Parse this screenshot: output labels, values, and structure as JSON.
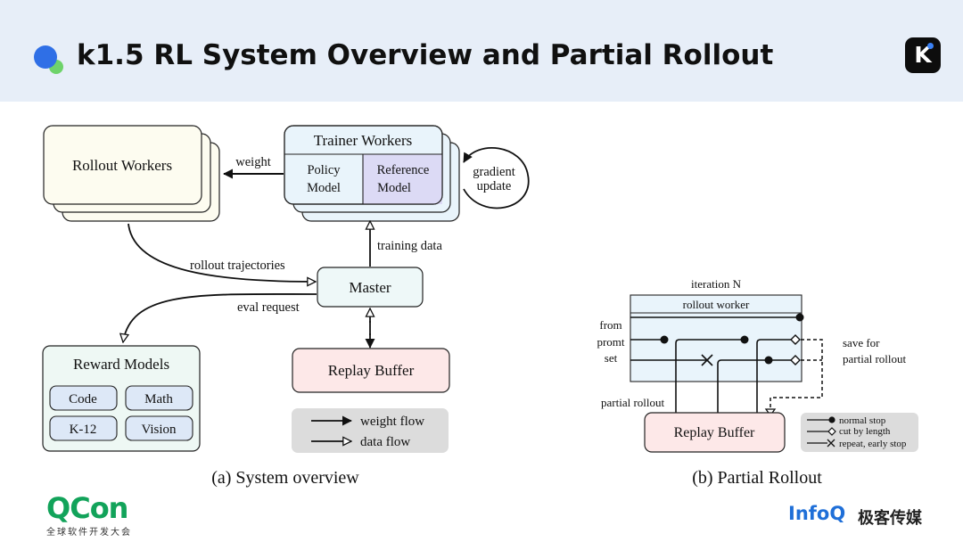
{
  "slide": {
    "title": "k1.5 RL System Overview and Partial Rollout",
    "badge_letter": "K"
  },
  "system_overview": {
    "rollout_workers": "Rollout Workers",
    "trainer_workers": "Trainer Workers",
    "policy_model_line1": "Policy",
    "policy_model_line2": "Model",
    "reference_model_line1": "Reference",
    "reference_model_line2": "Model",
    "gradient_update_line1": "gradient",
    "gradient_update_line2": "update",
    "weight_label": "weight",
    "training_data_label": "training data",
    "rollout_trajectories_label": "rollout trajectories",
    "eval_request_label": "eval request",
    "master": "Master",
    "replay_buffer": "Replay Buffer",
    "reward_models": "Reward Models",
    "reward_items": [
      "Code",
      "Math",
      "K-12",
      "Vision"
    ],
    "legend_weight_flow": "weight flow",
    "legend_data_flow": "data flow",
    "caption": "(a) System overview"
  },
  "partial_rollout": {
    "iteration": "iteration N",
    "rollout_worker": "rollout worker",
    "from_line1": "from",
    "from_line2": "promt",
    "from_line3": "set",
    "save_line1": "save for",
    "save_line2": "partial rollout",
    "partial_rollout_label": "partial rollout",
    "replay_buffer": "Replay Buffer",
    "legend_normal_stop": "normal stop",
    "legend_cut_by_length": "cut by length",
    "legend_repeat": "repeat, early stop",
    "caption": "(b) Partial Rollout"
  },
  "footer": {
    "qcon": "QCon",
    "qcon_sub": "全球软件开发大会",
    "infoq": "InfoQ",
    "geek": "极客传媒"
  },
  "colors": {
    "header_bg": "#e7eef8",
    "rollout_fill": "#fdfcf0",
    "trainer_fill": "#e9f4fb",
    "reference_fill": "#dcdaf5",
    "master_fill": "#eef8f8",
    "replay_fill": "#fde8e8",
    "reward_fill": "#eef8f4",
    "reward_item_fill": "#dde8f7",
    "legend_bg": "#dcdcdc",
    "qcon_green": "#12a35a",
    "infoq_blue": "#1f6fd8"
  }
}
